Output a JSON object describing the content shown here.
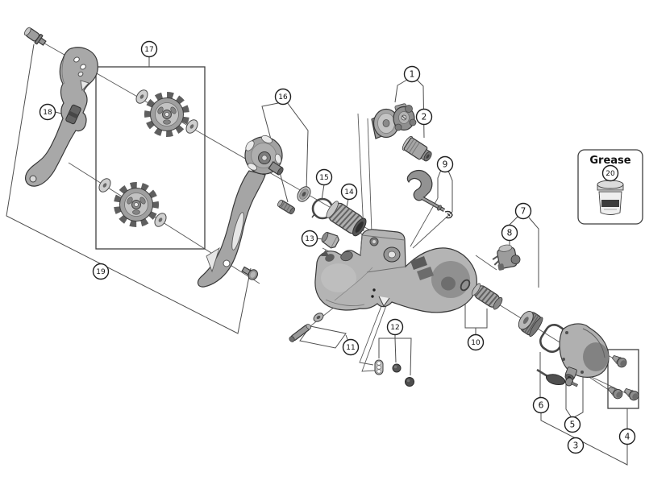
{
  "diagram": {
    "type": "exploded-parts-diagram",
    "subject": "bicycle rear derailleur",
    "background_color": "#ffffff",
    "line_color": "#4d4d4d",
    "part_fill_base": "#ababab",
    "part_fill_dark": "#6a6a6a",
    "grease_box": {
      "label": "Grease",
      "callout": "20"
    },
    "callouts": [
      {
        "n": "1"
      },
      {
        "n": "2"
      },
      {
        "n": "3"
      },
      {
        "n": "4"
      },
      {
        "n": "5"
      },
      {
        "n": "6"
      },
      {
        "n": "7"
      },
      {
        "n": "8"
      },
      {
        "n": "9"
      },
      {
        "n": "10"
      },
      {
        "n": "11"
      },
      {
        "n": "12"
      },
      {
        "n": "13"
      },
      {
        "n": "14"
      },
      {
        "n": "15"
      },
      {
        "n": "16"
      },
      {
        "n": "17"
      },
      {
        "n": "18"
      },
      {
        "n": "19"
      },
      {
        "n": "20"
      }
    ]
  }
}
